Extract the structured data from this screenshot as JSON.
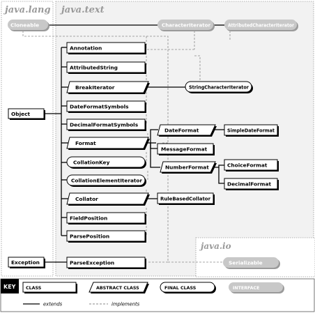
{
  "packages": {
    "lang": "java.lang",
    "text": "java.text",
    "io": "java.io"
  },
  "nodes": {
    "cloneable": "Cloneable",
    "character_iterator": "CharacterIterator",
    "attributed_character_iterator": "AttributedCharacterIterator",
    "annotation": "Annotation",
    "attributed_string": "AttributedString",
    "break_iterator": "BreakIterator",
    "string_character_iterator": "StringCharacterIterator",
    "object": "Object",
    "date_format_symbols": "DateFormatSymbols",
    "decimal_format_symbols": "DecimalFormatSymbols",
    "date_format": "DateFormat",
    "simple_date_format": "SimpleDateFormat",
    "format": "Format",
    "message_format": "MessageFormat",
    "collation_key": "CollationKey",
    "number_format": "NumberFormat",
    "choice_format": "ChoiceFormat",
    "collation_element_iterator": "CollationElementIterator",
    "decimal_format": "DecimalFormat",
    "collator": "Collator",
    "rule_based_collator": "RuleBasedCollator",
    "field_position": "FieldPosition",
    "parse_position": "ParsePosition",
    "exception": "Exception",
    "parse_exception": "ParseException",
    "serializable": "Serializable"
  },
  "key": {
    "title": "KEY",
    "class": "CLASS",
    "abstract_class": "ABSTRACT CLASS",
    "final_class": "FINAL CLASS",
    "interface": "INTERFACE",
    "extends": "extends",
    "implements": "implements"
  },
  "colors": {
    "interface_fill": "#c8c8c8",
    "line": "#000000",
    "dashed_line": "#8a8a8a",
    "package_border": "#9a9a9a",
    "text_package_fill": "#f2f2f2"
  }
}
